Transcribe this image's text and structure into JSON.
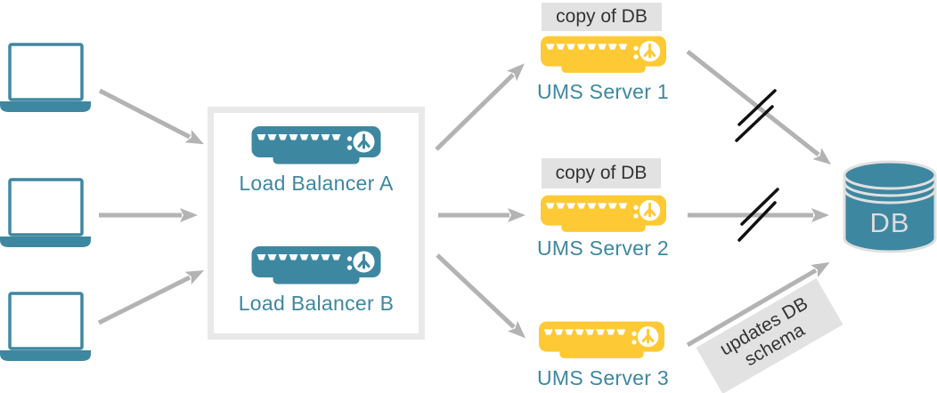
{
  "colors": {
    "teal": "#3e87a0",
    "yellow": "#fdca35",
    "arrow": "#b3b3b3",
    "slash": "#111111",
    "box_border": "#e9e9e9",
    "badge_bg": "#e2e2e2",
    "badge_text": "#333333",
    "db_label": "#dcdcdc",
    "canvas_bg": "#ffffff"
  },
  "nodes": {
    "clients": [
      "client-laptop-1",
      "client-laptop-2",
      "client-laptop-3"
    ],
    "load_balancer_group": {
      "a_label": "Load Balancer A",
      "b_label": "Load Balancer B"
    },
    "ums_servers": [
      {
        "label": "UMS Server 1",
        "badge": "copy of DB"
      },
      {
        "label": "UMS Server 2",
        "badge": "copy of DB"
      },
      {
        "label": "UMS Server 3"
      }
    ],
    "database": {
      "label": "DB"
    }
  },
  "annotations": {
    "schema_note": "updates DB\nschema"
  },
  "icons": {
    "client": "laptop-icon",
    "load_balancer": "rack-server-icon",
    "ums_server": "rack-server-icon",
    "database": "database-cylinder-icon",
    "connection_break": "double-slash-break-icon"
  }
}
